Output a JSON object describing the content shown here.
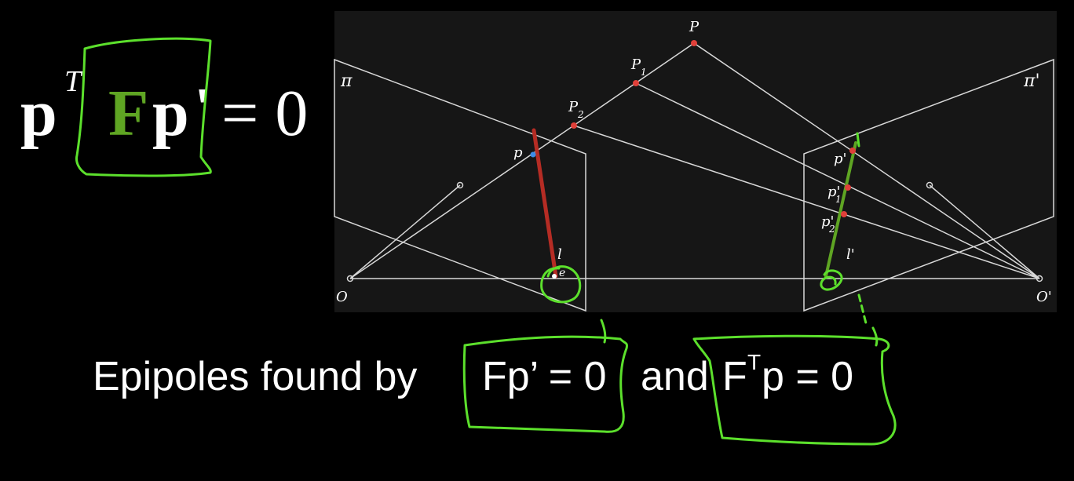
{
  "equation": {
    "p": "p",
    "transpose": "T",
    "F": "F",
    "p2": "p",
    "prime": "'",
    "rhs": "= 0"
  },
  "diagram": {
    "labels": {
      "pi_left": "π",
      "pi_right": "π'",
      "P": "P",
      "P1": "P",
      "P1_sub": "1",
      "P2": "P",
      "P2_sub": "2",
      "p": "p",
      "p_right": "p'",
      "p1_right": "p'",
      "p1_right_sub": "1",
      "p2_right": "p'",
      "p2_right_sub": "2",
      "l": "l",
      "e": "e",
      "l_right": "l'",
      "O": "O",
      "O_right": "O'"
    }
  },
  "caption": {
    "prefix": "Epipoles found by",
    "eq1": "Fp’ = 0",
    "conj": "and",
    "eq2_F": "F",
    "eq2_sup": "T",
    "eq2_rest": "p = 0"
  },
  "colors": {
    "background": "#000000",
    "figure_background": "#161616",
    "accent_green": "#5fa523",
    "annotation_green": "#5ce02c",
    "epipolar_red": "#b52c24",
    "point_red": "#e0403a",
    "point_blue": "#3c8ce6"
  }
}
